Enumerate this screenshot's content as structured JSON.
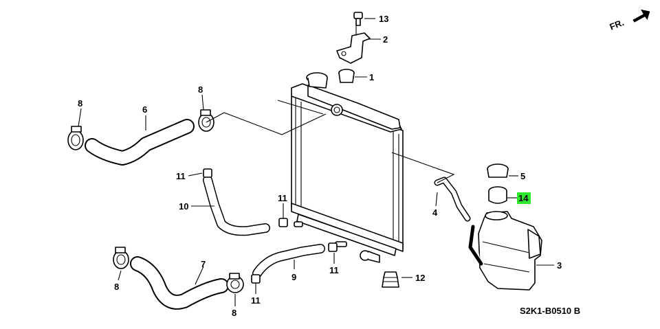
{
  "diagram": {
    "direction_label": "FR.",
    "code": "S2K1-B0510 B"
  },
  "callouts": {
    "c1": "1",
    "c2": "2",
    "c3": "3",
    "c4": "4",
    "c5": "5",
    "c6": "6",
    "c7": "7",
    "c8": "8",
    "c9": "9",
    "c10": "10",
    "c11": "11",
    "c12": "12",
    "c13": "13",
    "c14": "14"
  },
  "colors": {
    "highlight": "#2ee82e",
    "line": "#000000",
    "background": "#ffffff"
  }
}
